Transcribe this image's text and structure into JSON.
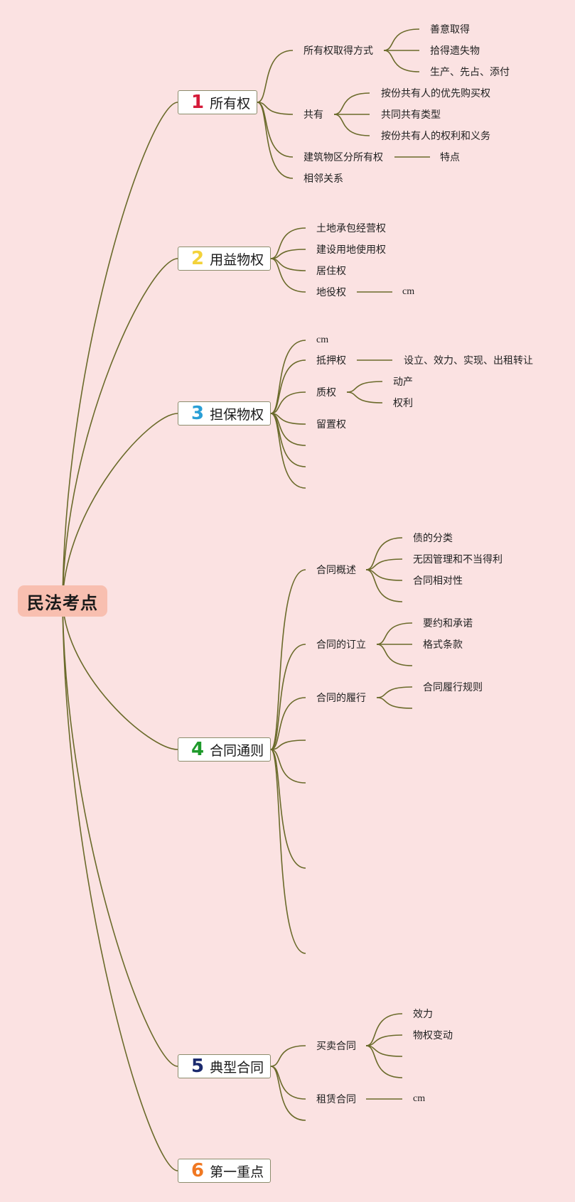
{
  "root": "民法考点",
  "colors": {
    "background": "#fbe2e2",
    "line": "#6a6a2a",
    "root_fill": "#f8bfb0"
  },
  "topics": [
    {
      "num": "1",
      "label": "所有权",
      "num_color": "#d51b3a"
    },
    {
      "num": "2",
      "label": "用益物权",
      "num_color": "#f3d23a"
    },
    {
      "num": "3",
      "label": "担保物权",
      "num_color": "#2a9fd6"
    },
    {
      "num": "4",
      "label": "合同通则",
      "num_color": "#1e9a2b"
    },
    {
      "num": "5",
      "label": "典型合同",
      "num_color": "#1b2a6e"
    },
    {
      "num": "6",
      "label": "第一重点",
      "num_color": "#f07822"
    }
  ],
  "branches": {
    "t1": {
      "b1": {
        "label": "所有权取得方式",
        "children": [
          "善意取得",
          "拾得遗失物",
          "生产、先占、添付"
        ]
      },
      "b2": {
        "label": "共有",
        "children": [
          "按份共有人的优先购买权",
          "共同共有类型",
          "按份共有人的权利和义务"
        ]
      },
      "b3": {
        "label": "建筑物区分所有权",
        "children": [
          "特点"
        ]
      },
      "b4": {
        "label": "相邻关系"
      }
    },
    "t2": {
      "b1": {
        "label": "土地承包经营权"
      },
      "b2": {
        "label": "建设用地使用权"
      },
      "b3": {
        "label": "居住权"
      },
      "b4": {
        "label": "地役权",
        "children": [
          "cm"
        ]
      }
    },
    "t3": {
      "b1": {
        "label": "cm"
      },
      "b2": {
        "label": "抵押权",
        "children": [
          "设立、效力、实现、出租转让"
        ]
      },
      "b3": {
        "label": "质权",
        "children": [
          "动产",
          "权利"
        ]
      },
      "b4": {
        "label": "留置权"
      }
    },
    "t4": {
      "b1": {
        "label": "合同概述",
        "children": [
          "债的分类",
          "无因管理和不当得利",
          "合同相对性"
        ]
      },
      "b2": {
        "label": "合同的订立",
        "children": [
          "要约和承诺",
          "格式条款"
        ]
      },
      "b3": {
        "label": "合同的履行",
        "children": [
          "合同履行规则"
        ]
      }
    },
    "t5": {
      "b1": {
        "label": "买卖合同",
        "children": [
          "效力",
          "物权变动"
        ]
      },
      "b2": {
        "label": "租赁合同",
        "children": [
          "cm"
        ]
      }
    }
  }
}
